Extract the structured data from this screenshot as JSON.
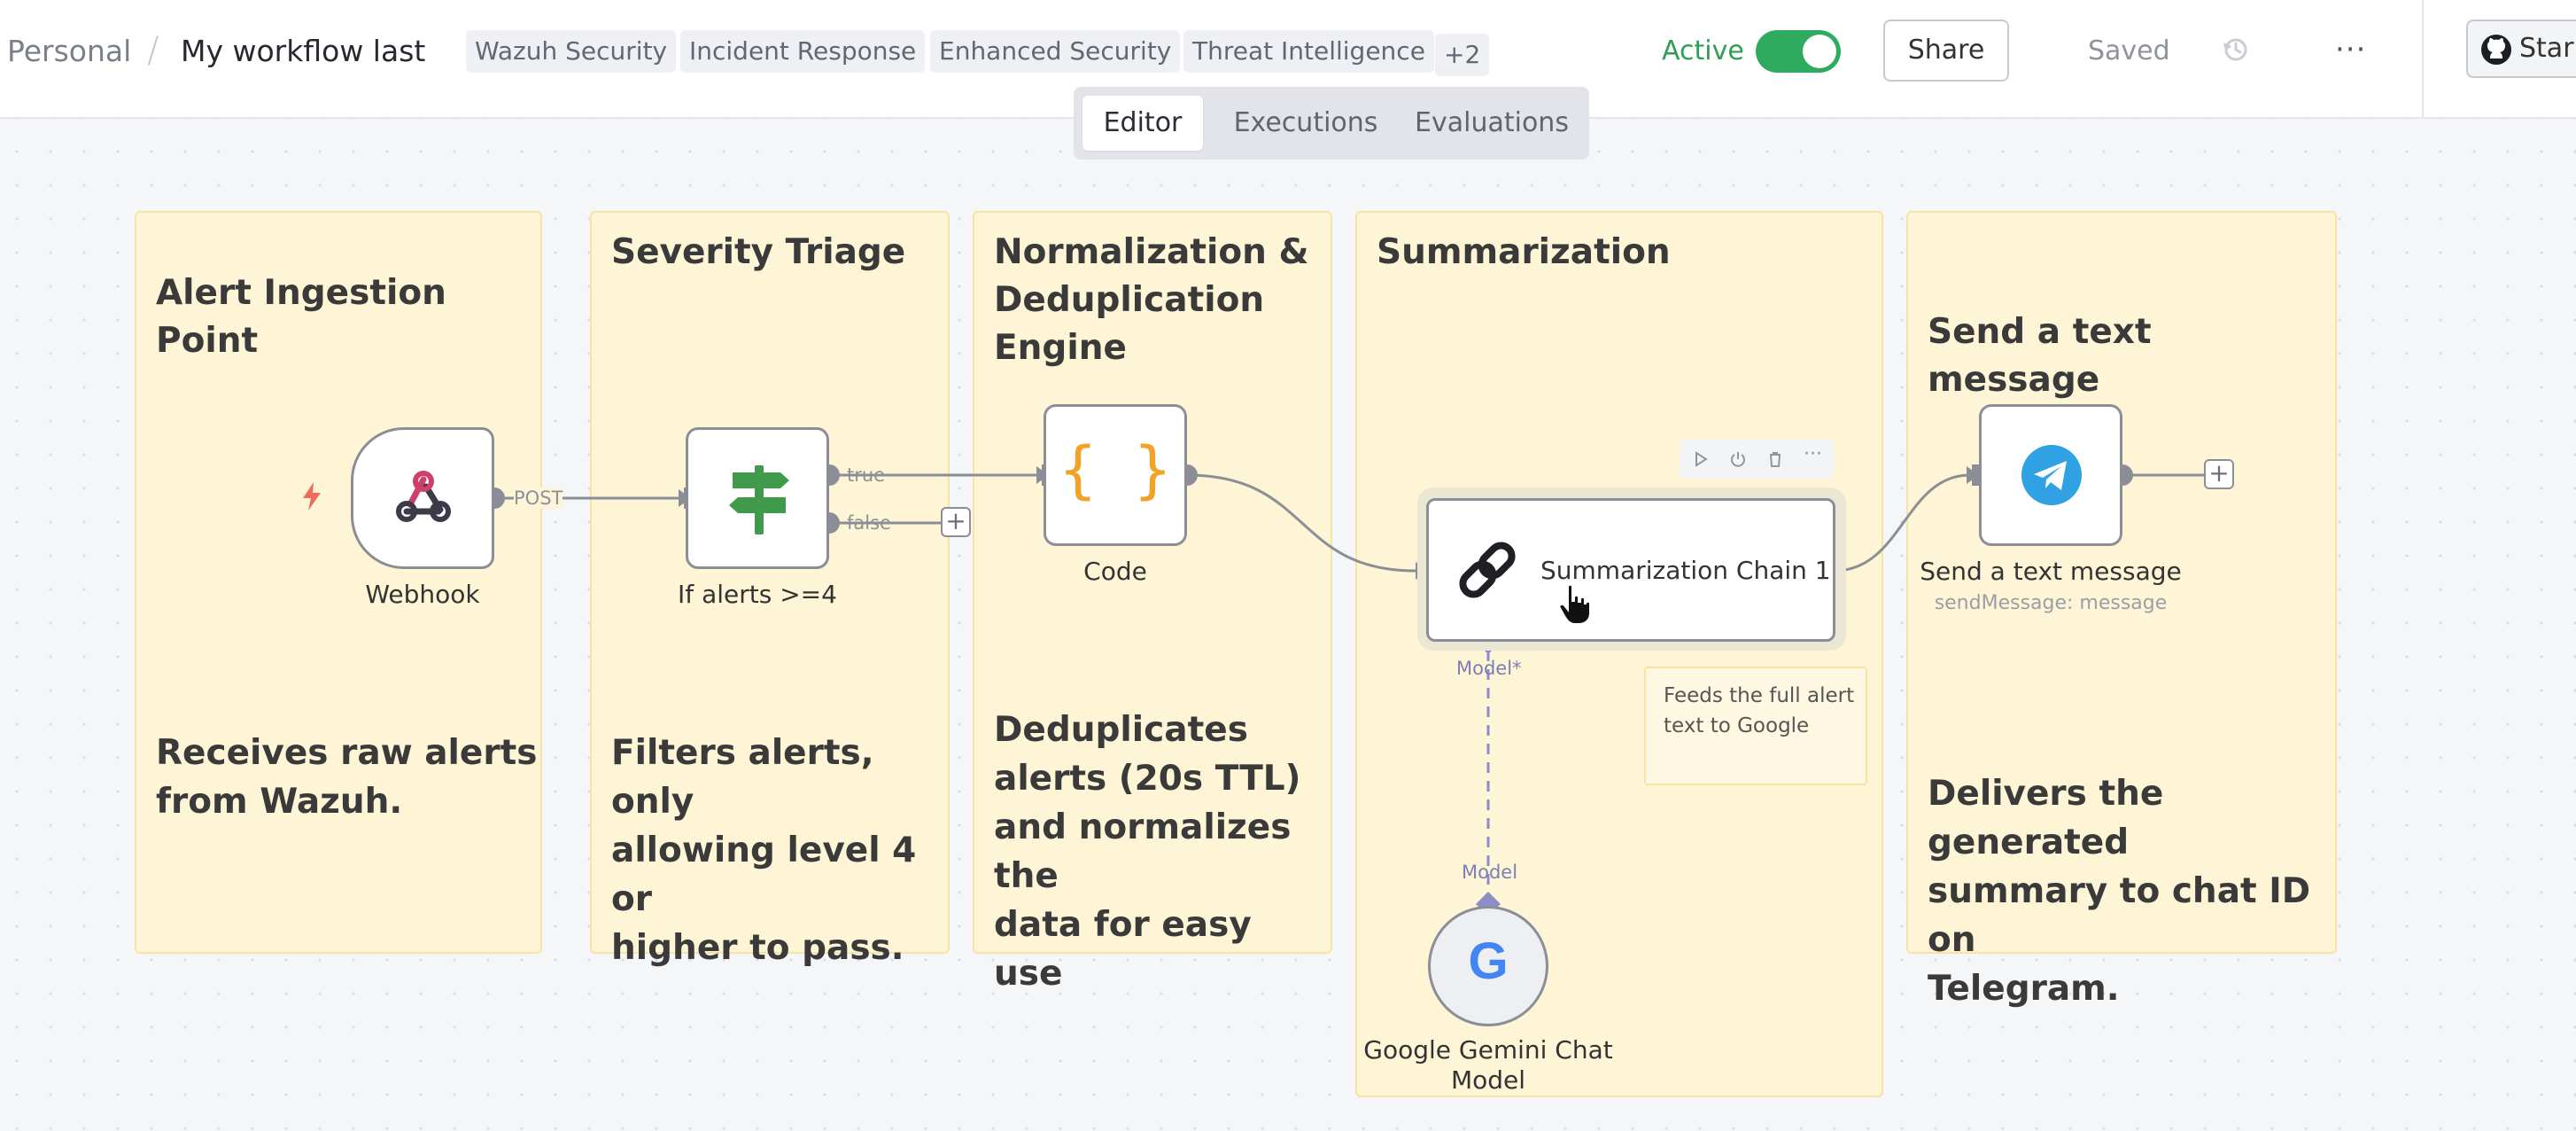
{
  "breadcrumb": {
    "project": "Personal",
    "separator": "/",
    "workflow_name": "My workflow last"
  },
  "tags": [
    "Wazuh Security",
    "Incident Response",
    "Enhanced Security",
    "Threat Intelligence",
    "+2"
  ],
  "header": {
    "active_label": "Active",
    "active_on": true,
    "share_label": "Share",
    "saved_label": "Saved",
    "more_label": "···",
    "github_label": "Star"
  },
  "tabs": [
    {
      "label": "Editor",
      "selected": true
    },
    {
      "label": "Executions",
      "selected": false
    },
    {
      "label": "Evaluations",
      "selected": false
    }
  ],
  "stickies": {
    "ingestion": {
      "title": "Alert Ingestion Point",
      "body": [
        "Receives raw alerts",
        "from Wazuh."
      ]
    },
    "triage": {
      "title": "Severity Triage",
      "body": [
        "Filters alerts, only",
        "allowing level 4 or",
        "higher to pass."
      ]
    },
    "normalization": {
      "title": [
        "Normalization &",
        "Deduplication",
        "Engine"
      ],
      "body": [
        "Deduplicates",
        "alerts (20s TTL)",
        "and normalizes the",
        "data for easy use"
      ]
    },
    "summarization": {
      "title": "Summarization"
    },
    "telegram": {
      "title": "Send a text message",
      "body": [
        "Delivers the generated",
        "summary to chat ID on",
        "Telegram."
      ]
    }
  },
  "nodes": {
    "webhook": {
      "label": "Webhook",
      "icon": "webhook-icon",
      "trigger_icon": "lightning-icon"
    },
    "if": {
      "label": "If alerts >=4",
      "icon": "signpost-icon"
    },
    "code": {
      "label": "Code",
      "icon": "code-braces-icon",
      "glyph": "{ }"
    },
    "summarization": {
      "label": "Summarization Chain 1",
      "icon": "chain-link-icon"
    },
    "telegram": {
      "label": "Send a text message",
      "sub": "sendMessage: message",
      "icon": "telegram-icon"
    },
    "gemini": {
      "label": [
        "Google Gemini Chat",
        "Model"
      ],
      "icon": "google-g-icon",
      "glyph": "G"
    }
  },
  "edges": {
    "post_label": "POST",
    "true_label": "true",
    "false_label": "false",
    "model_label_top": "Model*",
    "model_label_bottom": "Model"
  },
  "note": {
    "text": "Feeds the full alert text to Google"
  },
  "colors": {
    "accent_green": "#2eab5f",
    "sticky_bg": "#fef5d6",
    "telegram_blue": "#30a2e4",
    "code_orange": "#f0a326",
    "if_green": "#3f9a4b",
    "model_purple": "#7b7fb8"
  }
}
